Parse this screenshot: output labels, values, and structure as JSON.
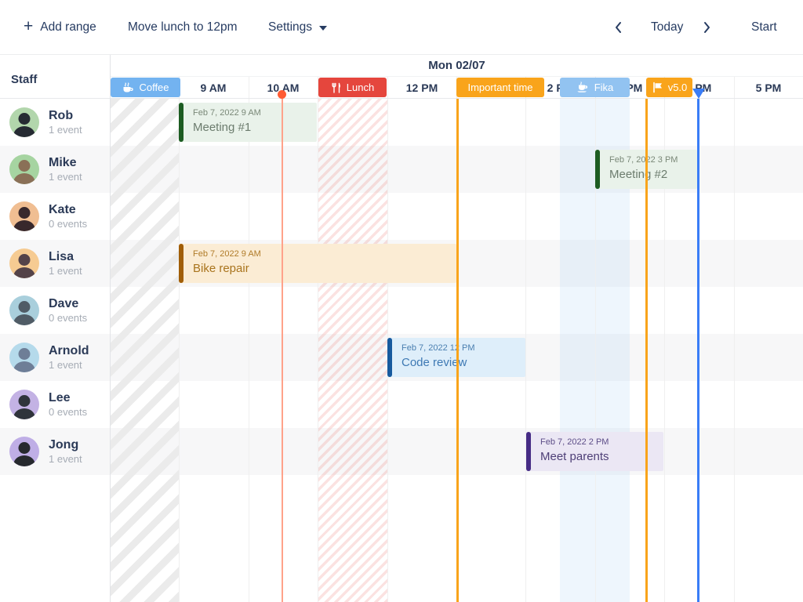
{
  "toolbar": {
    "add_range": "Add range",
    "move_lunch": "Move lunch to 12pm",
    "settings": "Settings",
    "today": "Today",
    "start": "Start"
  },
  "header": {
    "date_title": "Mon 02/07",
    "staff_label": "Staff",
    "ticks": [
      "9 AM",
      "10 AM",
      "12 PM",
      "2 PM",
      "3 PM",
      "4 PM",
      "5 PM"
    ]
  },
  "time_ranges": [
    {
      "name": "Coffee",
      "icon": "coffee-icon",
      "color": "#73B3F0"
    },
    {
      "name": "Lunch",
      "icon": "utensils-icon",
      "color": "#E5463D"
    },
    {
      "name": "Important time",
      "icon": "",
      "color": "#F9A41B"
    },
    {
      "name": "Fika",
      "icon": "cup-icon",
      "color": "#92C3F1"
    },
    {
      "name": "v5.0",
      "icon": "flag-icon",
      "color": "#F9A41B"
    }
  ],
  "markers": {
    "current_time_color": "#FF5B33",
    "milestone_color": "#3A7DF7"
  },
  "staff": [
    {
      "name": "Rob",
      "events": "1 event"
    },
    {
      "name": "Mike",
      "events": "1 event"
    },
    {
      "name": "Kate",
      "events": "0 events"
    },
    {
      "name": "Lisa",
      "events": "1 event"
    },
    {
      "name": "Dave",
      "events": "0 events"
    },
    {
      "name": "Arnold",
      "events": "1 event"
    },
    {
      "name": "Lee",
      "events": "0 events"
    },
    {
      "name": "Jong",
      "events": "1 event"
    }
  ],
  "events": [
    {
      "date": "Feb 7, 2022 9 AM",
      "name": "Meeting #1",
      "staff": "Rob",
      "color": "green"
    },
    {
      "date": "Feb 7, 2022 3 PM",
      "name": "Meeting #2",
      "staff": "Mike",
      "color": "green"
    },
    {
      "date": "Feb 7, 2022 9 AM",
      "name": "Bike repair",
      "staff": "Lisa",
      "color": "orange"
    },
    {
      "date": "Feb 7, 2022 12 PM",
      "name": "Code review",
      "staff": "Arnold",
      "color": "blue"
    },
    {
      "date": "Feb 7, 2022 2 PM",
      "name": "Meet parents",
      "staff": "Jong",
      "color": "purple"
    }
  ]
}
